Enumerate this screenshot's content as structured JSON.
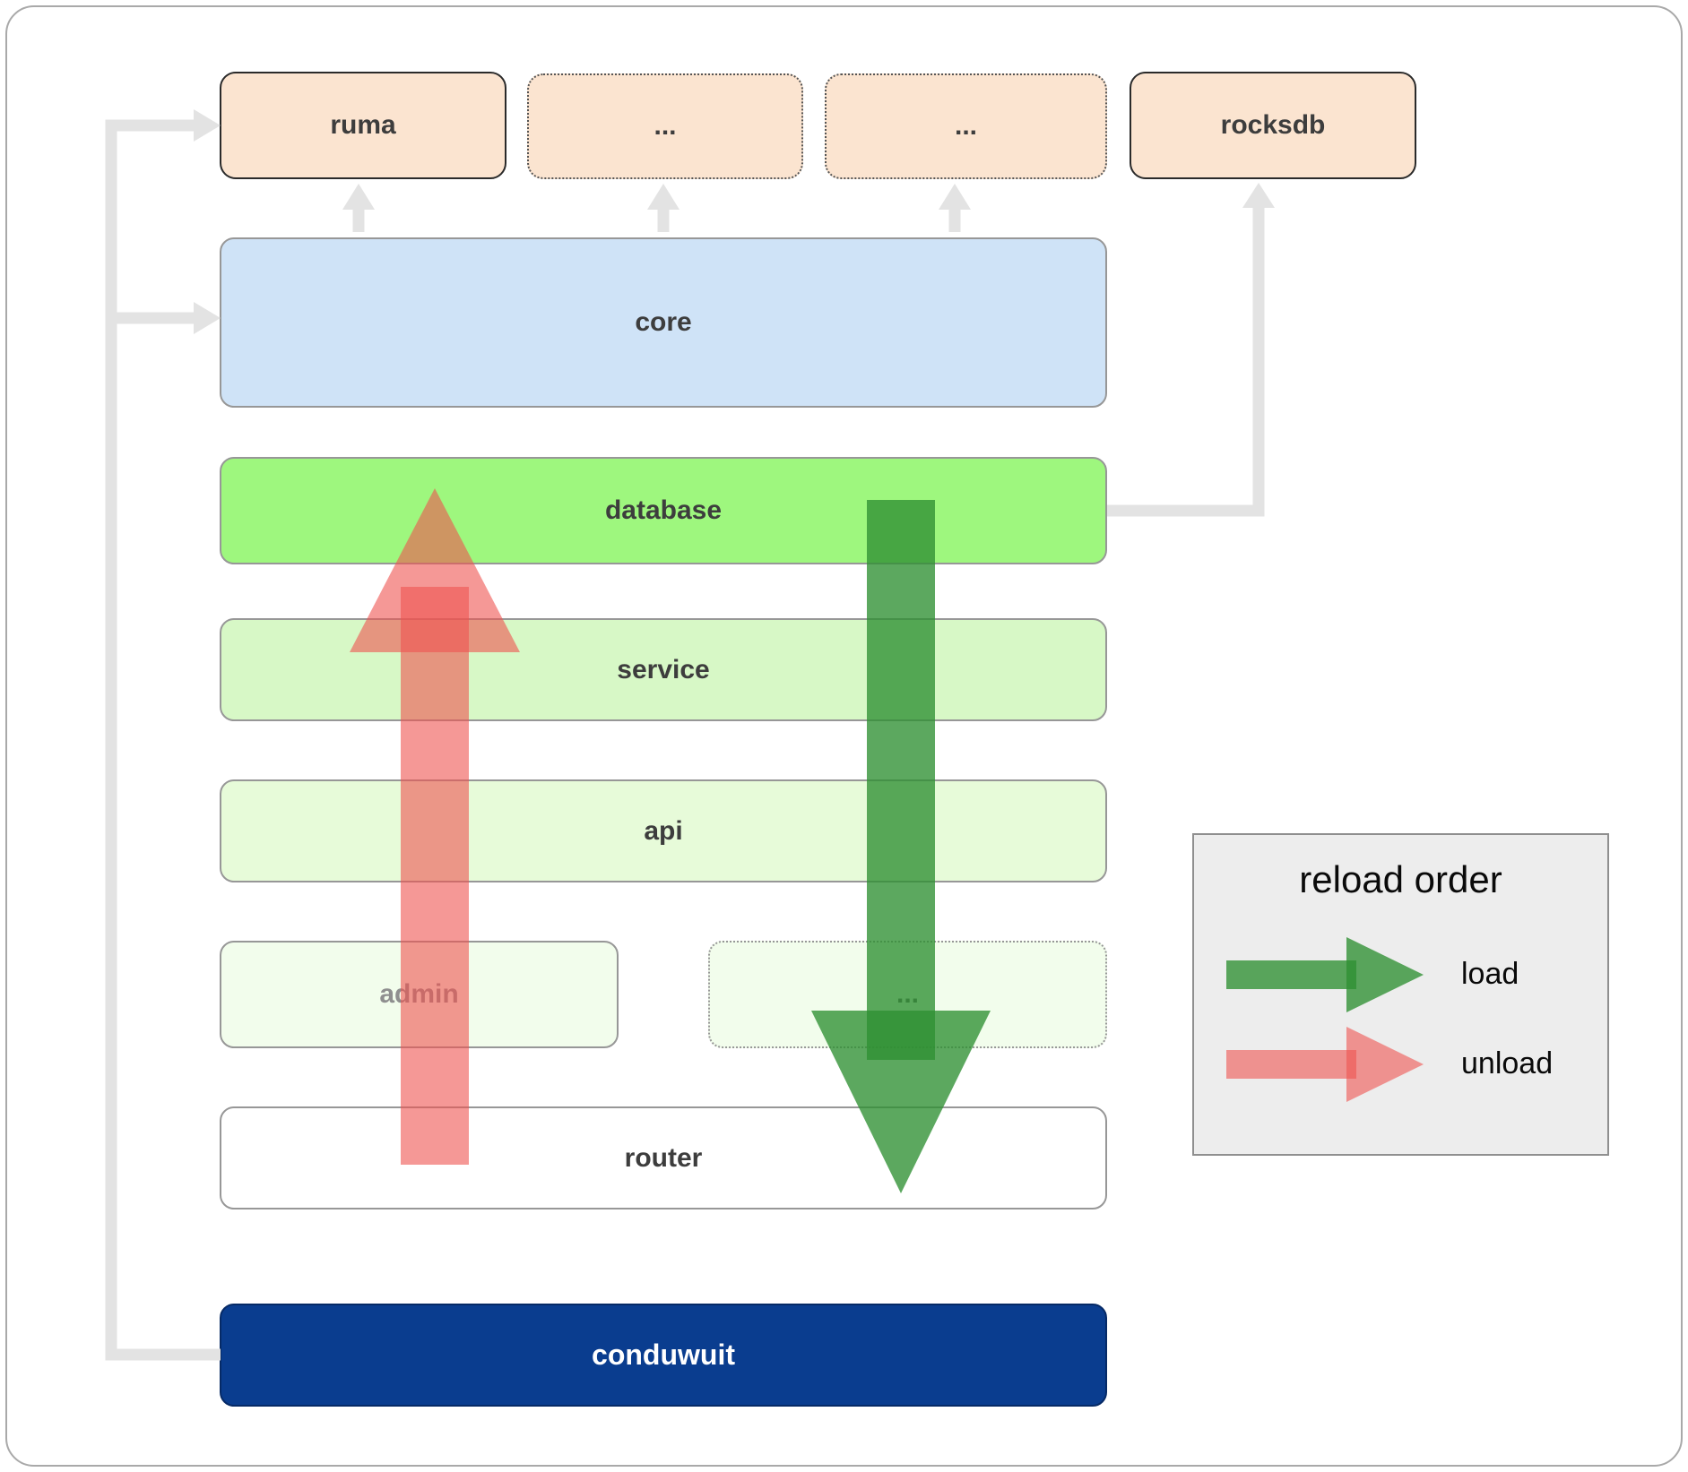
{
  "diagram": {
    "nodes": {
      "ruma": "ruma",
      "ellipsis_top_1": "...",
      "ellipsis_top_2": "...",
      "rocksdb": "rocksdb",
      "core": "core",
      "database": "database",
      "service": "service",
      "api": "api",
      "admin": "admin",
      "ellipsis_mid": "...",
      "router": "router",
      "conduwuit": "conduwuit"
    },
    "legend": {
      "title": "reload order",
      "items": [
        {
          "label": "load"
        },
        {
          "label": "unload"
        }
      ]
    },
    "colors": {
      "peach": "#fbe4d0",
      "core_blue": "#cfe3f7",
      "database_green": "#9ef77e",
      "service_green": "#d7f8c6",
      "api_green": "#e7fbd9",
      "admin_green": "#f2fdec",
      "router_white": "#ffffff",
      "conduwuit_navy": "#0a3d8f",
      "connector_gray": "#e3e3e3",
      "load_arrow": "#2e8f32",
      "unload_arrow": "#ef5350",
      "legend_bg": "#ededed"
    }
  }
}
